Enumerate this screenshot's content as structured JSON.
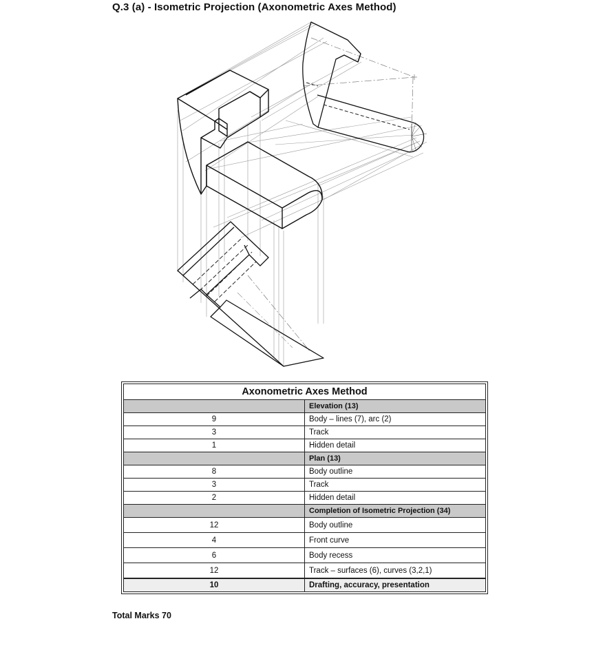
{
  "heading": "Q.3 (a) - Isometric Projection (Axonometric Axes Method)",
  "scheme": {
    "title": "Axonometric Axes Method",
    "sections": [
      {
        "header": "Elevation (13)",
        "rows": [
          {
            "marks": "9",
            "item": "Body – lines (7), arc (2)"
          },
          {
            "marks": "3",
            "item": "Track"
          },
          {
            "marks": "1",
            "item": "Hidden detail"
          }
        ]
      },
      {
        "header": "Plan (13)",
        "rows": [
          {
            "marks": "8",
            "item": "Body outline"
          },
          {
            "marks": "3",
            "item": "Track"
          },
          {
            "marks": "2",
            "item": "Hidden detail"
          }
        ]
      },
      {
        "header": "Completion of Isometric Projection (34)",
        "rows": [
          {
            "marks": "12",
            "item": "Body outline"
          },
          {
            "marks": "4",
            "item": "Front curve"
          },
          {
            "marks": "6",
            "item": "Body recess"
          },
          {
            "marks": "12",
            "item": "Track – surfaces (6), curves (3,2,1)"
          }
        ]
      }
    ],
    "final": {
      "marks": "10",
      "item": "Drafting, accuracy, presentation"
    }
  },
  "total": "Total Marks 70"
}
